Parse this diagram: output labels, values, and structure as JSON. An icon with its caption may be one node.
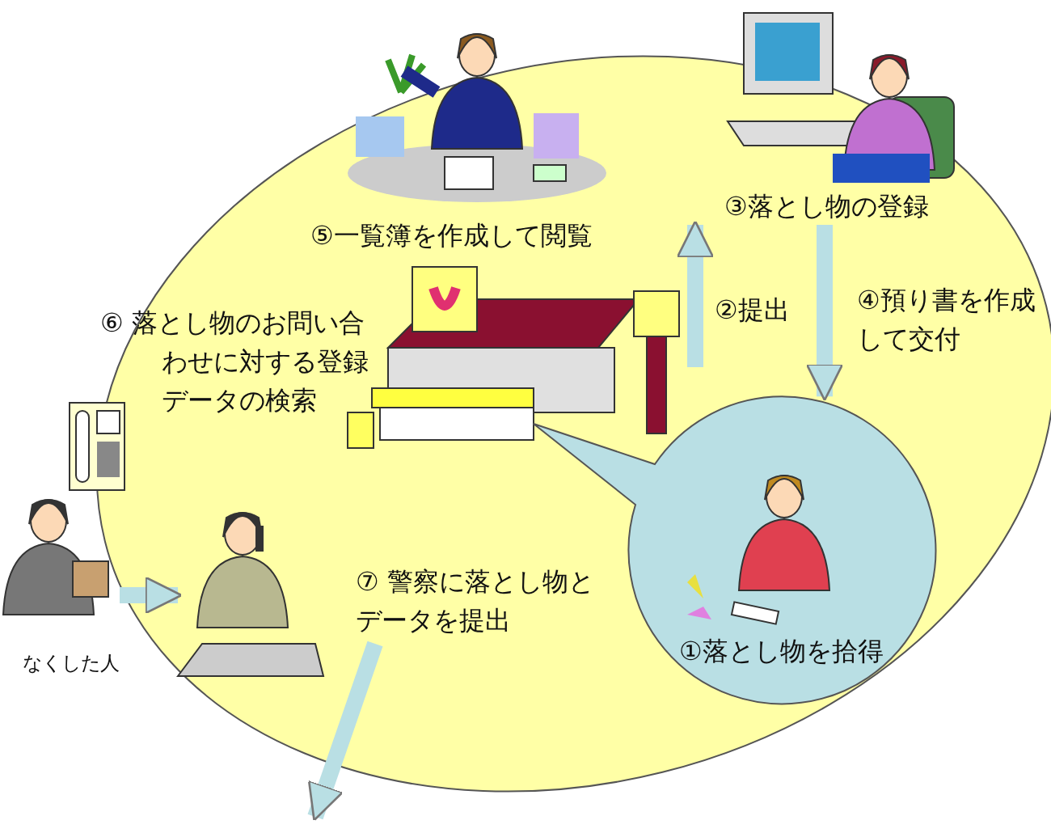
{
  "diagram": {
    "nodes": [
      {
        "text": [
          "⑤一覧簿を作成して閲覧"
        ]
      },
      {
        "text": [
          "③落とし物の登録"
        ]
      },
      {
        "text": [],
        "shape": "picture"
      },
      {
        "text": [
          "なくした人"
        ]
      },
      {
        "text": [],
        "shape": "person"
      },
      {
        "text": [
          "①落とし物を拾得"
        ]
      },
      {
        "text": [
          "⑦ 警察に落とし物とデータを提出"
        ]
      }
    ],
    "edges": [
      {
        "from": 2,
        "to": 1,
        "arrow": "to",
        "label": "②提出"
      },
      {
        "from": 1,
        "to": 5,
        "arrow": "to",
        "label": "④預り書を作成して交付"
      },
      {
        "from": 3,
        "to": 4,
        "arrow": "to"
      },
      {
        "from": 6,
        "to": null,
        "arrow": "to"
      }
    ],
    "labels": [
      "⑥ 落とし物のお問い合わせに対する登録データの検索"
    ]
  }
}
